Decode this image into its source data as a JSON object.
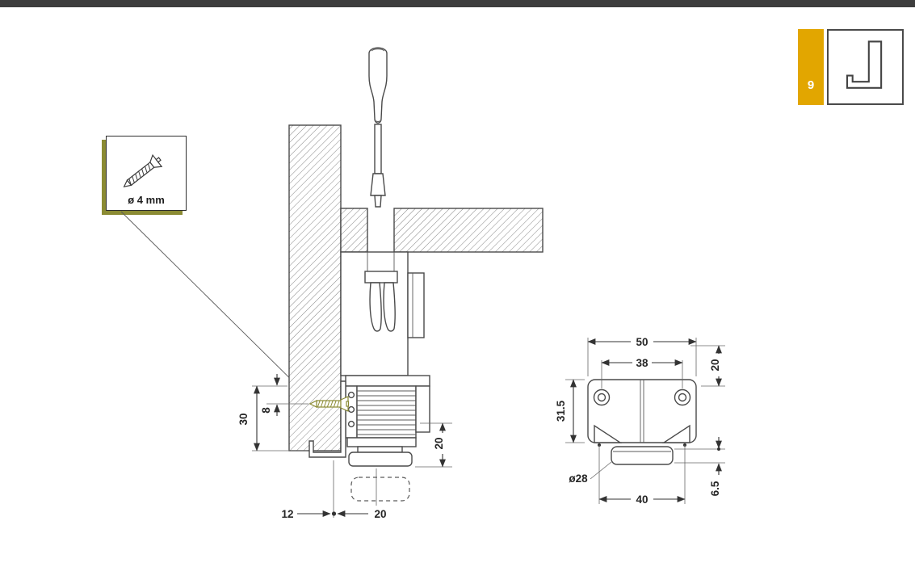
{
  "page": {
    "background_color": "#ffffff",
    "top_bar_color": "#3d3d3d",
    "accent_color": "#e2a600",
    "highlight_color": "#8b8b33",
    "line_color": "#4a4a4a"
  },
  "step_badge": {
    "number": "9"
  },
  "part_icon_box": {
    "icon": "plinth-clip-bracket-icon"
  },
  "screw_callout": {
    "icon": "countersunk-screw-icon",
    "label": "ø 4 mm"
  },
  "side_view": {
    "name": "cabinet-leveler-side-section",
    "dimensions": {
      "panel_overlap": "30",
      "screw_offset": "8",
      "foot_height": "20",
      "horizontal_offset_left": "12",
      "horizontal_offset_right": "20"
    }
  },
  "front_view": {
    "name": "leveler-front-view",
    "dimensions": {
      "body_width": "50",
      "hole_spacing": "38",
      "top_height": "20",
      "body_height": "31.5",
      "foot_diameter": "ø28",
      "base_width": "40",
      "foot_height": "6.5"
    }
  }
}
